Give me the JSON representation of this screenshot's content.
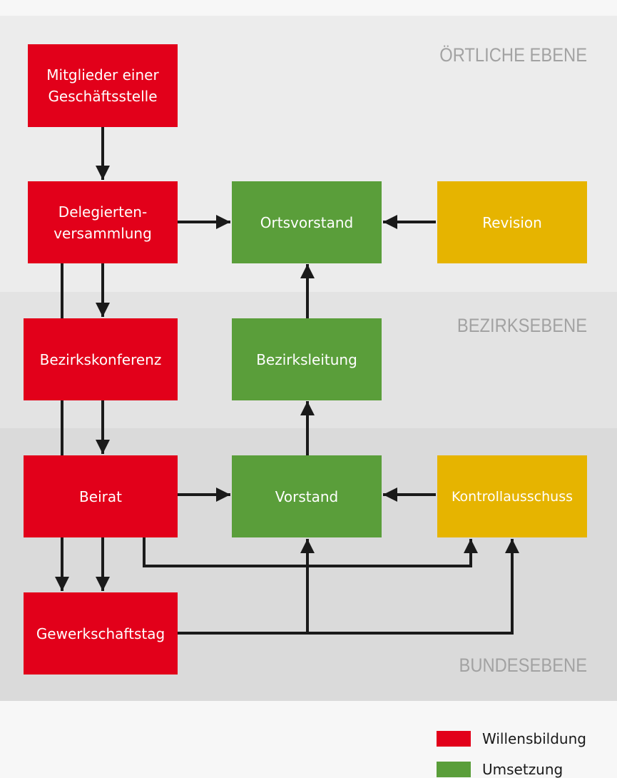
{
  "levels": {
    "local": "ÖRTLICHE EBENE",
    "district": "BEZIRKSEBENE",
    "federal": "BUNDESEBENE"
  },
  "boxes": {
    "mitglieder": "Mitglieder einer\nGeschäftsstelle",
    "delegierten": "Delegierten-\nversammlung",
    "ortsvorstand": "Ortsvorstand",
    "revision": "Revision",
    "bezirkskonferenz": "Bezirkskonferenz",
    "bezirksleitung": "Bezirksleitung",
    "beirat": "Beirat",
    "vorstand": "Vorstand",
    "kontrollausschuss": "Kontrollausschuss",
    "gewerkschaftstag": "Gewerkschaftstag"
  },
  "legend": [
    {
      "label": "Willensbildung",
      "color": "#e2001a"
    },
    {
      "label": "Umsetzung",
      "color": "#5a9e3a"
    }
  ],
  "colors": {
    "red": "#e2001a",
    "green": "#5a9e3a",
    "yellow": "#e6b400",
    "arrow": "#1a1a1a"
  }
}
